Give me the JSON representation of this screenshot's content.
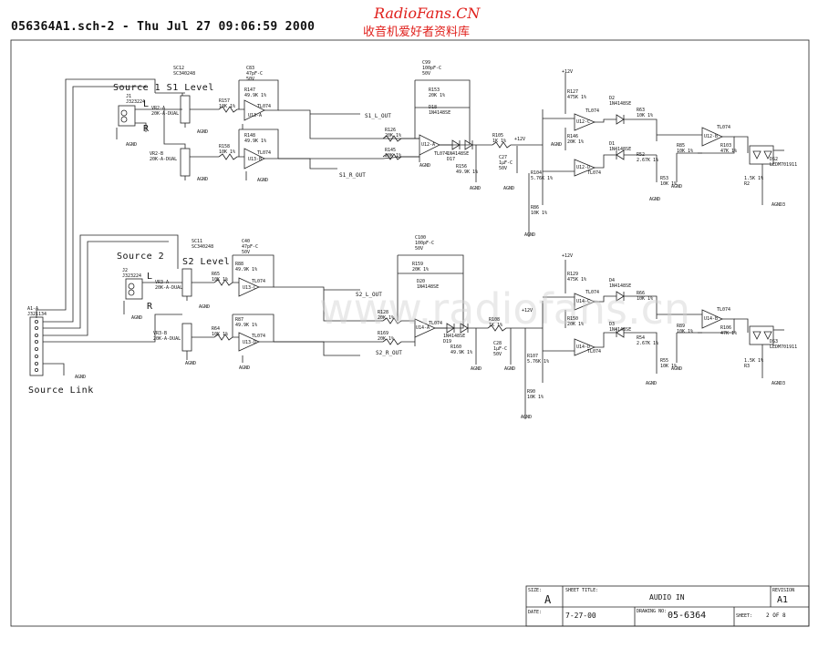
{
  "header": {
    "title": "056364A1.sch-2 - Thu Jul 27 09:06:59 2000",
    "watermark": "RadioFans.CN",
    "watermark_cn": "收音机爱好者资料库",
    "center_watermark": "www.radiofans.cn"
  },
  "labels": {
    "source1_level": "Source 1 S1 Level",
    "source2": "Source 2",
    "s2_level": "S2 Level",
    "source_link": "Source Link",
    "ch_l1": "L",
    "ch_r1": "R",
    "ch_l2": "L",
    "ch_r2": "R",
    "s1_l_out": "S1_L_OUT",
    "s1_r_out": "S1_R_OUT",
    "s2_l_out": "S2_L_OUT",
    "s2_r_out": "S2_R_OUT"
  },
  "parts": {
    "j1": "J1\nJ323224",
    "j2": "J2\nJ323224",
    "a1": "A1-A\nJ321134",
    "vr2a": "VR2-A\n20K-A-DUAL",
    "vr2b": "VR2-B\n20K-A-DUAL",
    "vr3a": "VR3-A\n20K-A-DUAL",
    "vr3b": "VR3-B\n20K-A-DUAL",
    "sc12": "SC12\nSC340248",
    "sc11": "SC11\nSC340248",
    "c83": "C83\n47pF-C\n50V",
    "c40": "C40\n47pF-C\n50V",
    "c99": "C99\n100pF-C\n50V",
    "c100": "C100\n100pF-C\n50V",
    "r157": "R157\n10K 1%",
    "r147": "R147\n49.9K 1%",
    "r148": "R148\n49.9K 1%",
    "r158": "R158\n10K 1%",
    "r65": "R65\n10K 1%",
    "r64": "R64\n10K 1%",
    "r88": "R88\n49.9K 1%",
    "r87": "R87\n49.9K 1%",
    "u13a": "U13-A",
    "u13b": "U13-B",
    "u13c": "U13-C",
    "u13d": "U13-D",
    "u12a": "U12-A",
    "u12b": "U12-B",
    "u12c": "U12-C",
    "u12d": "U12-D",
    "u14a": "U14-A",
    "u14b": "U14-B",
    "u14c": "U14-C",
    "u14d": "U14-D",
    "tl074": "TL074",
    "r126": "R126\n20K 1%",
    "r145": "R145\n20K 1%",
    "r153": "R153\n20K 1%",
    "r128": "R128\n20K 1%",
    "r169": "R169\n20K 1%",
    "r159": "R159\n20K 1%",
    "d18": "D18\n1N4148SE",
    "d17": "1N4148SE\nD17",
    "d20": "D20\n1N4148SE",
    "d19": "1N4148SE\nD19",
    "r105": "R105\n1K 1%",
    "r108": "R108\n1K 1%",
    "r156": "R156\n49.9K 1%",
    "r160": "R160\n49.9K 1%",
    "c27": "C27\n1µF-C\n50V",
    "c28": "C28\n1µF-C\n50V",
    "r104": "R104\n5.76K 1%",
    "r107": "R107\n5.76K 1%",
    "r86": "R86\n10K 1%",
    "r90": "R90\n10K 1%",
    "r127": "R127\n475K 1%",
    "r129": "R129\n475K 1%",
    "r146": "R146\n20K 1%",
    "r150": "R150\n20K 1%",
    "d2": "D2\n1N4148SE",
    "d1": "D1\n1N4148SE",
    "d4": "D4\n1N4148SE",
    "d3": "D3\n1N4148SE",
    "r63": "R63\n10K 1%",
    "r66": "R66\n10K 1%",
    "r52": "R52\n2.67K 1%",
    "r54": "R54\n2.67K 1%",
    "r53": "R53\n10K 1%",
    "r55": "R55\n10K 1%",
    "r85": "R85\n10K 1%",
    "r89": "R89\n10K 1%",
    "r103": "R103\n47K 1%",
    "r106": "R106\n47K 1%",
    "ds2": "DS2\nLEDM701911",
    "ds3": "DS3\nLEDM701911",
    "r2": "1.5K 1%\nR2",
    "r3": "1.5K 1%\nR3",
    "agnd": "AGND",
    "agnd3": "AGND3",
    "p12v": "+12V"
  },
  "title_block": {
    "size_label": "SIZE:",
    "size": "A",
    "sheet_title_label": "SHEET TITLE:",
    "sheet_title": "AUDIO IN",
    "revision_label": "REVISION",
    "revision": "A1",
    "date_label": "DATE:",
    "date": "7-27-00",
    "drawing_no_label": "DRAWING NO:",
    "drawing_no": "05-6364",
    "sheet_label": "SHEET:",
    "sheet": "2 OF 8"
  }
}
